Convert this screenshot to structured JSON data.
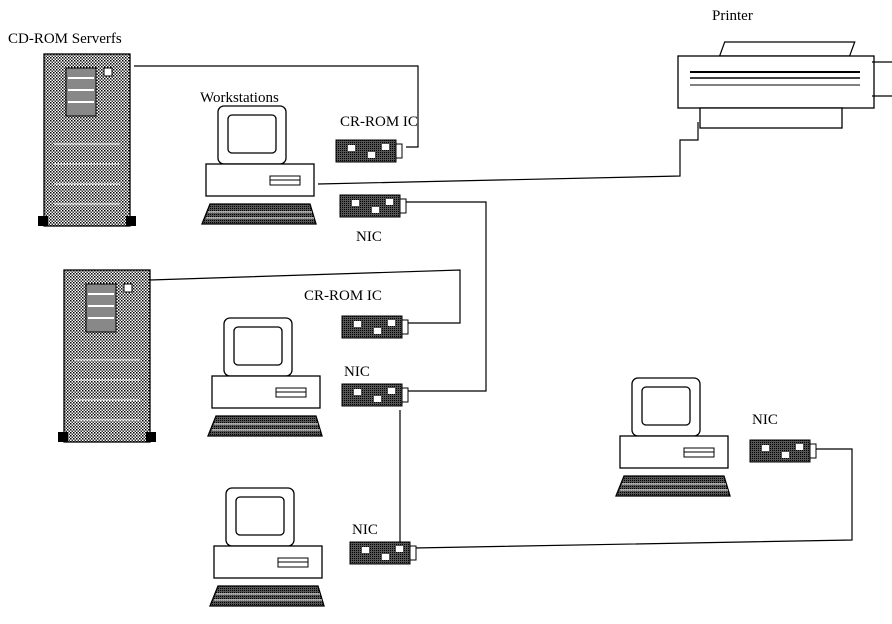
{
  "labels": {
    "cd_rom_servers": "CD-ROM Serverfs",
    "workstations": "Workstations",
    "printer": "Printer",
    "card_ic_1": "CR-ROM IC",
    "card_ic_2": "CR-ROM IC",
    "nic_1": "NIC",
    "nic_2": "NIC",
    "nic_3": "NIC",
    "nic_4": "NIC"
  }
}
